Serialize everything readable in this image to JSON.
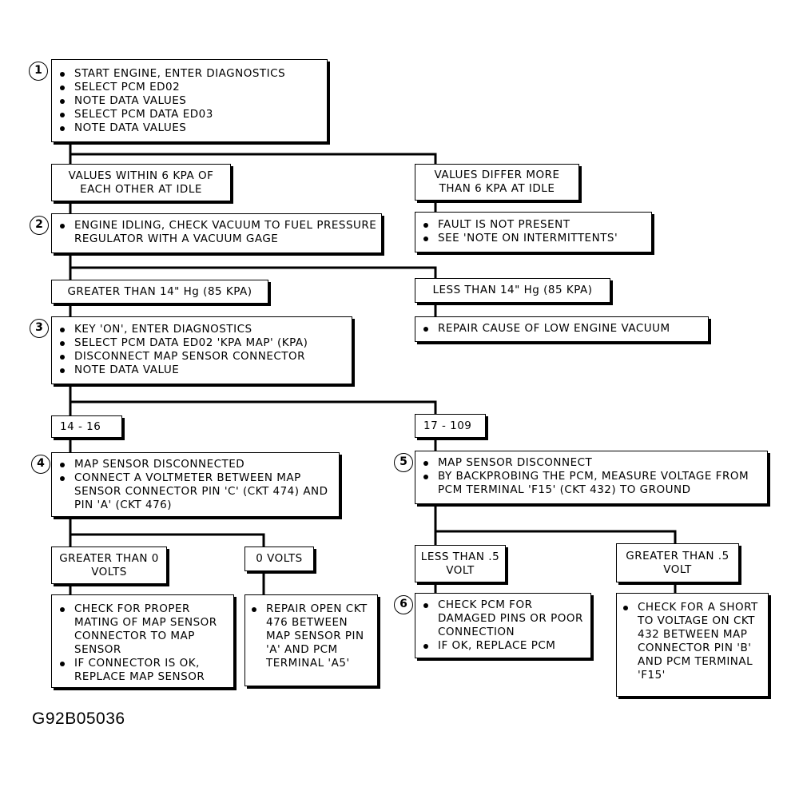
{
  "figure_id": "G92B05036",
  "steps": [
    {
      "number": "1",
      "items": [
        "START ENGINE, ENTER DIAGNOSTICS",
        "SELECT PCM ED02",
        "NOTE DATA VALUES",
        "SELECT PCM DATA ED03",
        "NOTE DATA VALUES"
      ]
    },
    {
      "number": "2",
      "items": [
        "ENGINE IDLING, CHECK VACUUM TO FUEL PRESSURE REGULATOR WITH A VACUUM GAGE"
      ]
    },
    {
      "number": "3",
      "items": [
        "KEY 'ON', ENTER DIAGNOSTICS",
        "SELECT PCM DATA ED02 'KPA MAP' (KPA)",
        "DISCONNECT MAP SENSOR CONNECTOR",
        "NOTE DATA VALUE"
      ]
    },
    {
      "number": "4",
      "items": [
        "MAP SENSOR DISCONNECTED",
        "CONNECT A VOLTMETER BETWEEN MAP SENSOR CONNECTOR PIN 'C' (CKT 474) AND PIN 'A' (CKT 476)"
      ]
    },
    {
      "number": "5",
      "items": [
        "MAP SENSOR DISCONNECT",
        "BY BACKPROBING THE PCM, MEASURE VOLTAGE FROM PCM TERMINAL 'F15' (CKT 432) TO GROUND"
      ]
    },
    {
      "number": "6",
      "items": [
        "CHECK PCM FOR DAMAGED PINS OR POOR CONNECTION",
        "IF OK,  REPLACE PCM"
      ]
    }
  ],
  "conditions": {
    "c1_left": "VALUES WITHIN 6 KPA OF EACH OTHER AT IDLE",
    "c1_right": "VALUES DIFFER MORE THAN 6 KPA AT IDLE",
    "c2_left": "GREATER THAN 14\" Hg (85 KPA)",
    "c2_right": "LESS THAN 14\" Hg (85 KPA)",
    "c3_left": "14 - 16",
    "c3_right": "17 - 109",
    "c4_left": "GREATER THAN 0 VOLTS",
    "c4_right": "0 VOLTS",
    "c5_left": "LESS THAN .5 VOLT",
    "c5_right": "GREATER  THAN .5 VOLT"
  },
  "actions": {
    "a1_right": [
      "FAULT IS NOT PRESENT",
      "SEE 'NOTE ON INTERMITTENTS'"
    ],
    "a2_right": [
      "REPAIR CAUSE OF LOW ENGINE VACUUM"
    ],
    "a4_left": [
      "CHECK FOR PROPER MATING OF MAP SENSOR CONNECTOR TO MAP SENSOR",
      "IF CONNECTOR IS OK, REPLACE MAP SENSOR"
    ],
    "a4_right": [
      "REPAIR  OPEN CKT 476 BETWEEN MAP SENSOR PIN 'A' AND PCM TERMINAL 'A5'"
    ],
    "a5_right": [
      "CHECK FOR A SHORT TO VOLTAGE ON CKT 432 BETWEEN MAP CONNECTOR PIN 'B' AND PCM TERMINAL 'F15'"
    ]
  }
}
